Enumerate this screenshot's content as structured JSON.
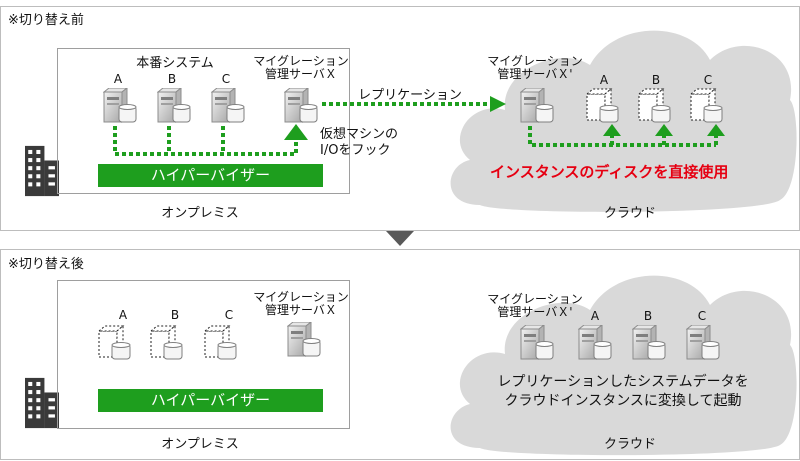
{
  "before": {
    "title": "※切り替え前",
    "system_label": "本番システム",
    "servers": [
      "A",
      "B",
      "C"
    ],
    "migration_server_x": "マイグレーション\n管理サーバＸ",
    "replication_label": "レプリケーション",
    "hook_label": "仮想マシンの\nI/Oをフック",
    "hypervisor": "ハイパーバイザー",
    "onpremise_label": "オンプレミス",
    "migration_server_x2": "マイグレーション\n管理サーバＸ'",
    "cloud_servers": [
      "A",
      "B",
      "C"
    ],
    "direct_use": "インスタンスのディスクを直接使用",
    "cloud_label": "クラウド"
  },
  "after": {
    "title": "※切り替え後",
    "servers": [
      "A",
      "B",
      "C"
    ],
    "migration_server_x": "マイグレーション\n管理サーバＸ",
    "hypervisor": "ハイパーバイザー",
    "onpremise_label": "オンプレミス",
    "migration_server_x2": "マイグレーション\n管理サーバＸ'",
    "cloud_servers": [
      "A",
      "B",
      "C"
    ],
    "cloud_text": "レプリケーションしたシステムデータを\nクラウドインスタンスに変換して起動",
    "cloud_label": "クラウド"
  },
  "colors": {
    "green": "#1e9e1e",
    "red": "#e60012",
    "cloud": "#d9d9d9",
    "server": "#bfbfbf"
  }
}
